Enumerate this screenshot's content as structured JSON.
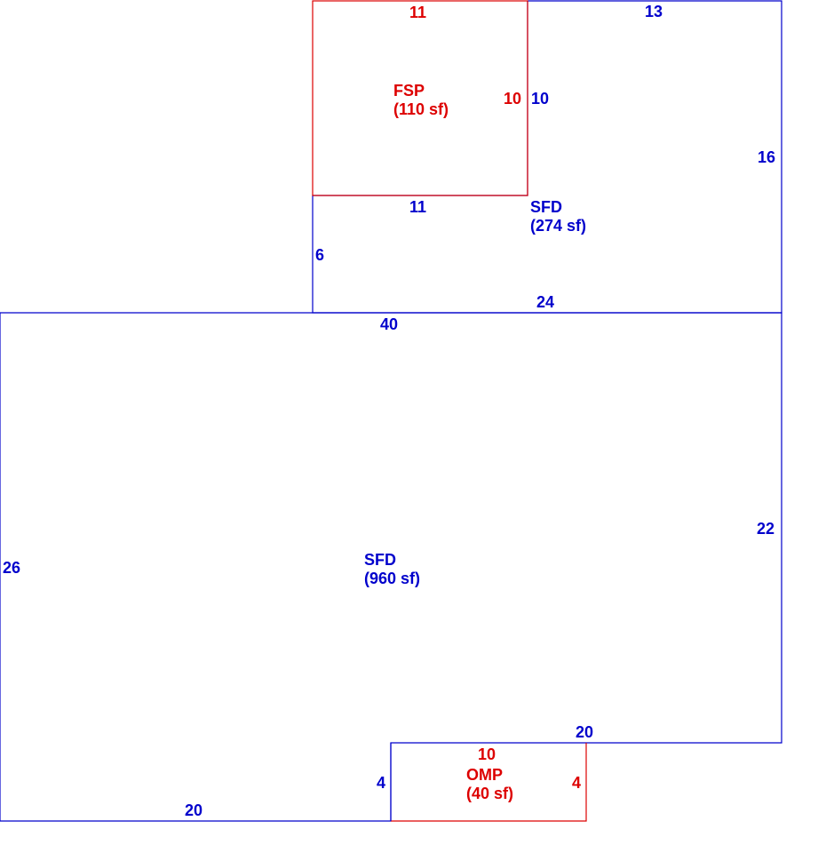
{
  "colors": {
    "main": "#0000cc",
    "accent": "#dd0000"
  },
  "areas": {
    "sfd_main": {
      "name": "SFD",
      "area": "(960 sf)"
    },
    "sfd_upper": {
      "name": "SFD",
      "area": "(274 sf)"
    },
    "fsp": {
      "name": "FSP",
      "area": "(110 sf)"
    },
    "omp": {
      "name": "OMP",
      "area": "(40 sf)"
    }
  },
  "dimensions": {
    "fsp_top": "11",
    "fsp_right": "10",
    "fsp_bottom": "11",
    "upper_top": "13",
    "upper_right_inner": "10",
    "upper_right": "16",
    "upper_left": "6",
    "upper_bottom": "24",
    "main_top": "40",
    "main_left": "26",
    "main_right": "22",
    "main_bottom_right": "20",
    "main_bottom_left": "20",
    "omp_left": "4",
    "omp_top": "10",
    "omp_right": "4"
  }
}
